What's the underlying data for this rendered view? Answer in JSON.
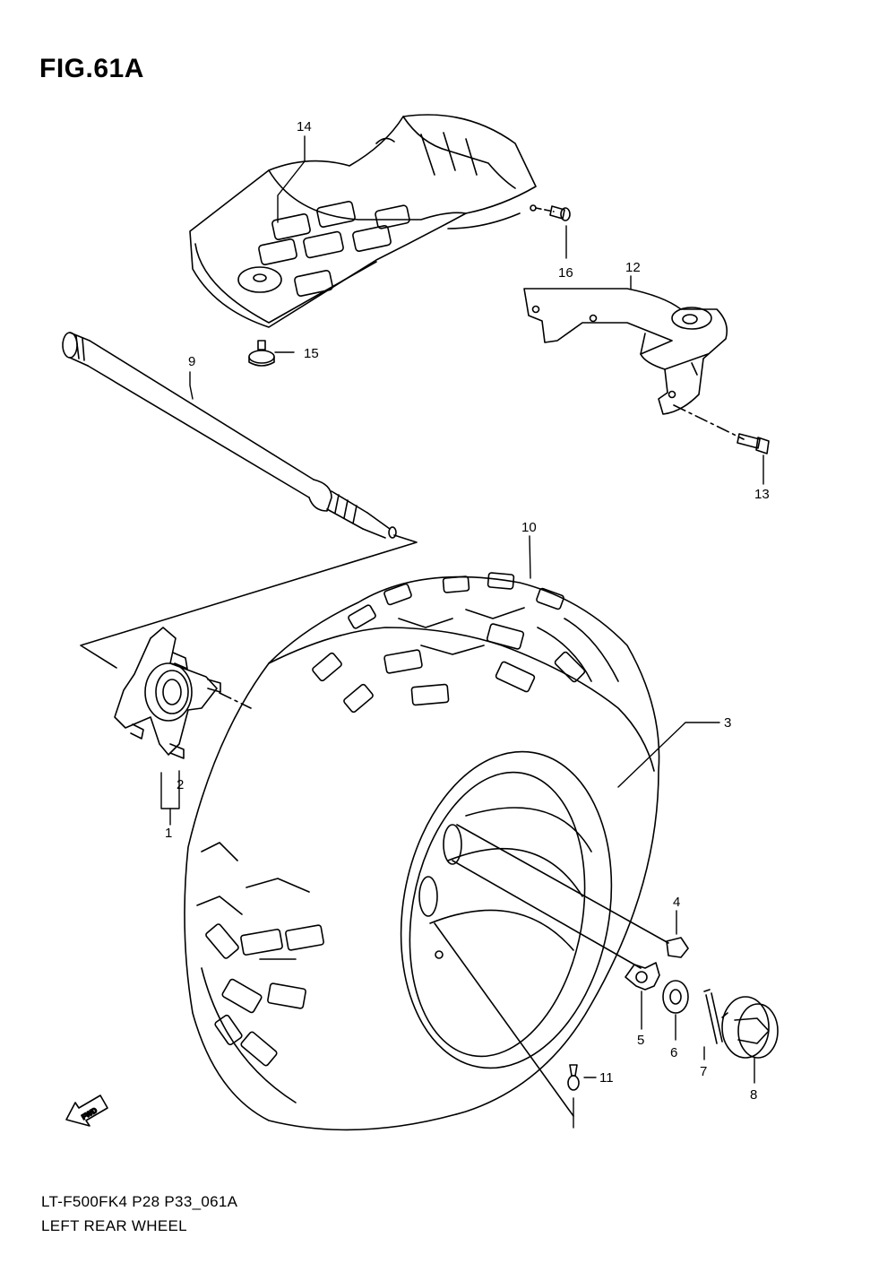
{
  "figure": {
    "title": "FIG.61A"
  },
  "callouts": [
    {
      "id": "c1",
      "text": "1"
    },
    {
      "id": "c2",
      "text": "2"
    },
    {
      "id": "c3",
      "text": "3"
    },
    {
      "id": "c4",
      "text": "4"
    },
    {
      "id": "c5",
      "text": "5"
    },
    {
      "id": "c6",
      "text": "6"
    },
    {
      "id": "c7",
      "text": "7"
    },
    {
      "id": "c8",
      "text": "8"
    },
    {
      "id": "c9",
      "text": "9"
    },
    {
      "id": "c10",
      "text": "10"
    },
    {
      "id": "c11",
      "text": "11"
    },
    {
      "id": "c12",
      "text": "12"
    },
    {
      "id": "c13",
      "text": "13"
    },
    {
      "id": "c14",
      "text": "14"
    },
    {
      "id": "c15",
      "text": "15"
    },
    {
      "id": "c16",
      "text": "16"
    }
  ],
  "fwd_arrow": {
    "label": "FWD"
  },
  "footer": {
    "code": "LT-F500FK4 P28 P33_061A",
    "name": "LEFT REAR WHEEL"
  }
}
